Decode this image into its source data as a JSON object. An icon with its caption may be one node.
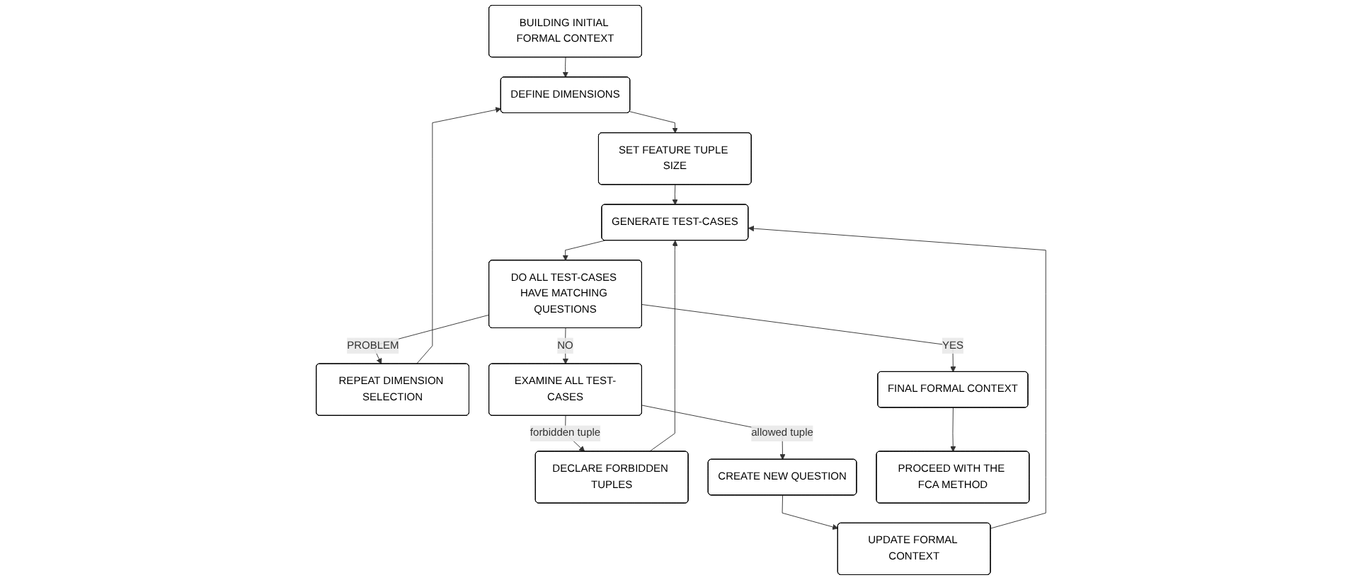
{
  "diagram": {
    "nodes": [
      {
        "text": [
          "BUILDING INITIAL FORMAL CONTEXT"
        ]
      },
      {
        "text": [
          "DEFINE DIMENSIONS"
        ]
      },
      {
        "text": [
          "REPEAT DIMENSION SELECTION"
        ]
      },
      {
        "text": [
          "DECLARE FORBIDDEN TUPLES"
        ]
      },
      {
        "text": [
          "SET FEATURE TUPLE SIZE"
        ]
      },
      {
        "text": [
          "GENERATE TEST-CASES"
        ]
      },
      {
        "text": [
          "DO ALL TEST-CASES HAVE MATCHING QUESTIONS"
        ]
      },
      {
        "text": [
          "EXAMINE ALL TEST-CASES"
        ]
      },
      {
        "text": [
          "FINAL FORMAL CONTEXT"
        ]
      },
      {
        "text": [
          "CREATE NEW QUESTION"
        ]
      },
      {
        "text": [
          "PROCEED WITH THE FCA METHOD"
        ]
      },
      {
        "text": [
          "UPDATE FORMAL CONTEXT"
        ]
      }
    ],
    "edges": [
      {
        "from": 0,
        "to": 1,
        "arrow": "to"
      },
      {
        "from": 1,
        "to": 4,
        "arrow": "to"
      },
      {
        "from": 4,
        "to": 5,
        "arrow": "to"
      },
      {
        "from": 5,
        "to": 6,
        "arrow": "to"
      },
      {
        "from": 6,
        "to": 8,
        "label": "YES",
        "arrow": "to"
      },
      {
        "from": 8,
        "to": 10,
        "arrow": "to"
      },
      {
        "from": 6,
        "to": 2,
        "label": "PROBLEM",
        "arrow": "to"
      },
      {
        "from": 2,
        "to": 1,
        "arrow": "to"
      },
      {
        "from": 6,
        "to": 7,
        "label": "NO",
        "arrow": "to"
      },
      {
        "from": 7,
        "to": 3,
        "label": "forbidden tuple",
        "arrow": "to"
      },
      {
        "from": 3,
        "to": 5,
        "arrow": "to"
      },
      {
        "from": 7,
        "to": 9,
        "label": "allowed tuple",
        "arrow": "to"
      },
      {
        "from": 9,
        "to": 11,
        "arrow": "to"
      },
      {
        "from": 11,
        "to": 5,
        "arrow": "to"
      }
    ]
  }
}
